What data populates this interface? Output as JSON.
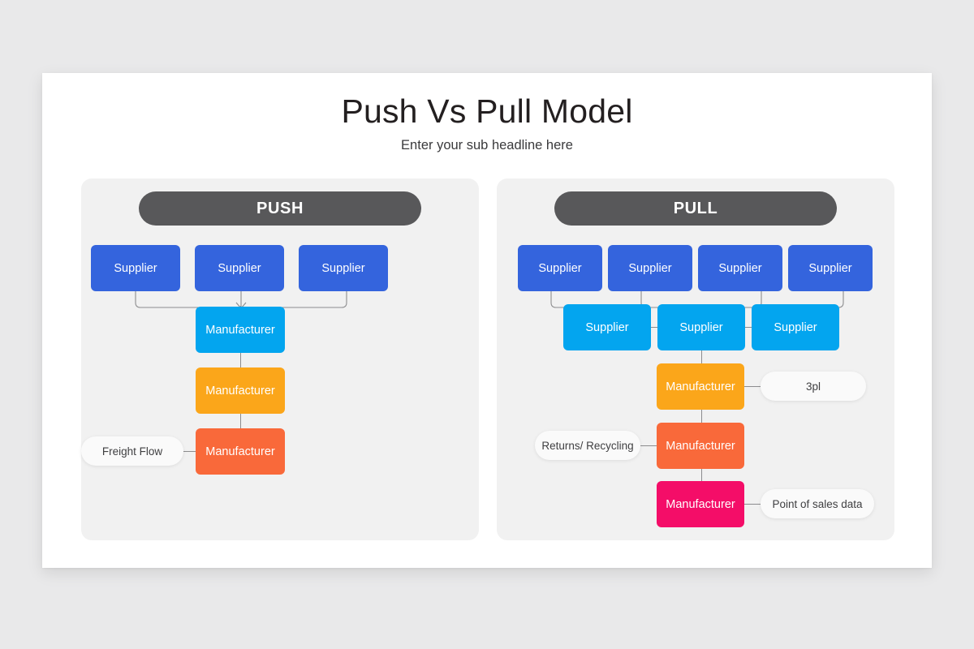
{
  "slide": {
    "title": "Push Vs Pull Model",
    "subtitle": "Enter your sub headline here"
  },
  "colors": {
    "page_background": "#e9e9ea",
    "slide_background": "#ffffff",
    "panel_background": "#f1f1f1",
    "header_bar": "#58585a",
    "supplier_blue": "#3464dd",
    "supplier_cyan": "#03a5ef",
    "manufacturer_orange": "#fba61a",
    "manufacturer_red": "#f9693a",
    "manufacturer_pink": "#f40d68",
    "connector_line": "#8c8c8e",
    "pill_background": "#fafafa"
  },
  "push_panel": {
    "header": "PUSH",
    "suppliers_row": [
      {
        "label": "Supplier",
        "color": "supplier_blue"
      },
      {
        "label": "Supplier",
        "color": "supplier_blue"
      },
      {
        "label": "Supplier",
        "color": "supplier_blue"
      }
    ],
    "chain": [
      {
        "label": "Manufacturer",
        "color": "manufacturer_cyan"
      },
      {
        "label": "Manufacturer",
        "color": "manufacturer_orange"
      },
      {
        "label": "Manufacturer",
        "color": "manufacturer_red"
      }
    ],
    "callouts": [
      {
        "label": "Freight Flow",
        "side": "left",
        "attached_to": "manufacturer_red"
      }
    ]
  },
  "pull_panel": {
    "header": "PULL",
    "suppliers_row_1": [
      {
        "label": "Supplier",
        "color": "supplier_blue"
      },
      {
        "label": "Supplier",
        "color": "supplier_blue"
      },
      {
        "label": "Supplier",
        "color": "supplier_blue"
      },
      {
        "label": "Supplier",
        "color": "supplier_blue"
      }
    ],
    "suppliers_row_2": [
      {
        "label": "Supplier",
        "color": "supplier_cyan"
      },
      {
        "label": "Supplier",
        "color": "supplier_cyan"
      },
      {
        "label": "Supplier",
        "color": "supplier_cyan"
      }
    ],
    "chain": [
      {
        "label": "Manufacturer",
        "color": "manufacturer_orange"
      },
      {
        "label": "Manufacturer",
        "color": "manufacturer_red"
      },
      {
        "label": "Manufacturer",
        "color": "manufacturer_pink"
      }
    ],
    "callouts": [
      {
        "label": "3pl",
        "side": "right",
        "attached_to": "manufacturer_orange"
      },
      {
        "label": "Returns/  Recycling",
        "side": "left",
        "attached_to": "manufacturer_red"
      },
      {
        "label": "Point of sales data",
        "side": "right",
        "attached_to": "manufacturer_pink"
      }
    ]
  }
}
